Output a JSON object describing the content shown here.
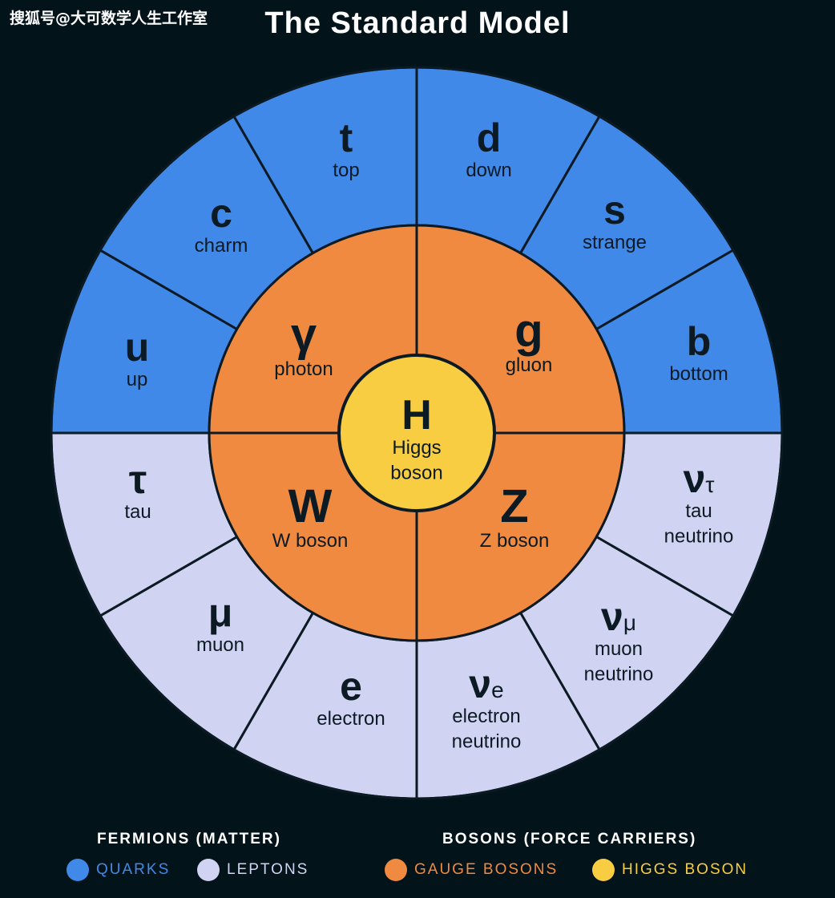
{
  "watermark": "搜狐号@大可数学人生工作室",
  "title": "The Standard Model",
  "colors": {
    "background": "#03131a",
    "quark": "#4189e9",
    "lepton": "#d0d4f2",
    "gauge": "#f08a41",
    "higgs": "#f8cd41",
    "stroke": "#0b1a23",
    "text": "#0b1a23"
  },
  "quarks": [
    {
      "symbol": "u",
      "name": [
        "up"
      ]
    },
    {
      "symbol": "c",
      "name": [
        "charm"
      ]
    },
    {
      "symbol": "t",
      "name": [
        "top"
      ]
    },
    {
      "symbol": "d",
      "name": [
        "down"
      ]
    },
    {
      "symbol": "s",
      "name": [
        "strange"
      ]
    },
    {
      "symbol": "b",
      "name": [
        "bottom"
      ]
    }
  ],
  "leptons": [
    {
      "symbol": "ν",
      "sub": "τ",
      "name": [
        "tau",
        "neutrino"
      ]
    },
    {
      "symbol": "ν",
      "sub": "μ",
      "name": [
        "muon",
        "neutrino"
      ]
    },
    {
      "symbol": "ν",
      "sub": "e",
      "name": [
        "electron",
        "neutrino"
      ]
    },
    {
      "symbol": "e",
      "name": [
        "electron"
      ]
    },
    {
      "symbol": "μ",
      "name": [
        "muon"
      ]
    },
    {
      "symbol": "τ",
      "name": [
        "tau"
      ]
    }
  ],
  "gauge_bosons": [
    {
      "symbol": "γ",
      "name": [
        "photon"
      ]
    },
    {
      "symbol": "g",
      "name": [
        "gluon"
      ]
    },
    {
      "symbol": "W",
      "name": [
        "W boson"
      ]
    },
    {
      "symbol": "Z",
      "name": [
        "Z boson"
      ]
    }
  ],
  "higgs": {
    "symbol": "H",
    "name": [
      "Higgs",
      "boson"
    ]
  },
  "legend": {
    "fermions_heading": "FERMIONS (MATTER)",
    "bosons_heading": "BOSONS (FORCE CARRIERS)",
    "quarks_label": "QUARKS",
    "leptons_label": "LEPTONS",
    "gauge_label": "GAUGE BOSONS",
    "higgs_label": "HIGGS BOSON"
  }
}
